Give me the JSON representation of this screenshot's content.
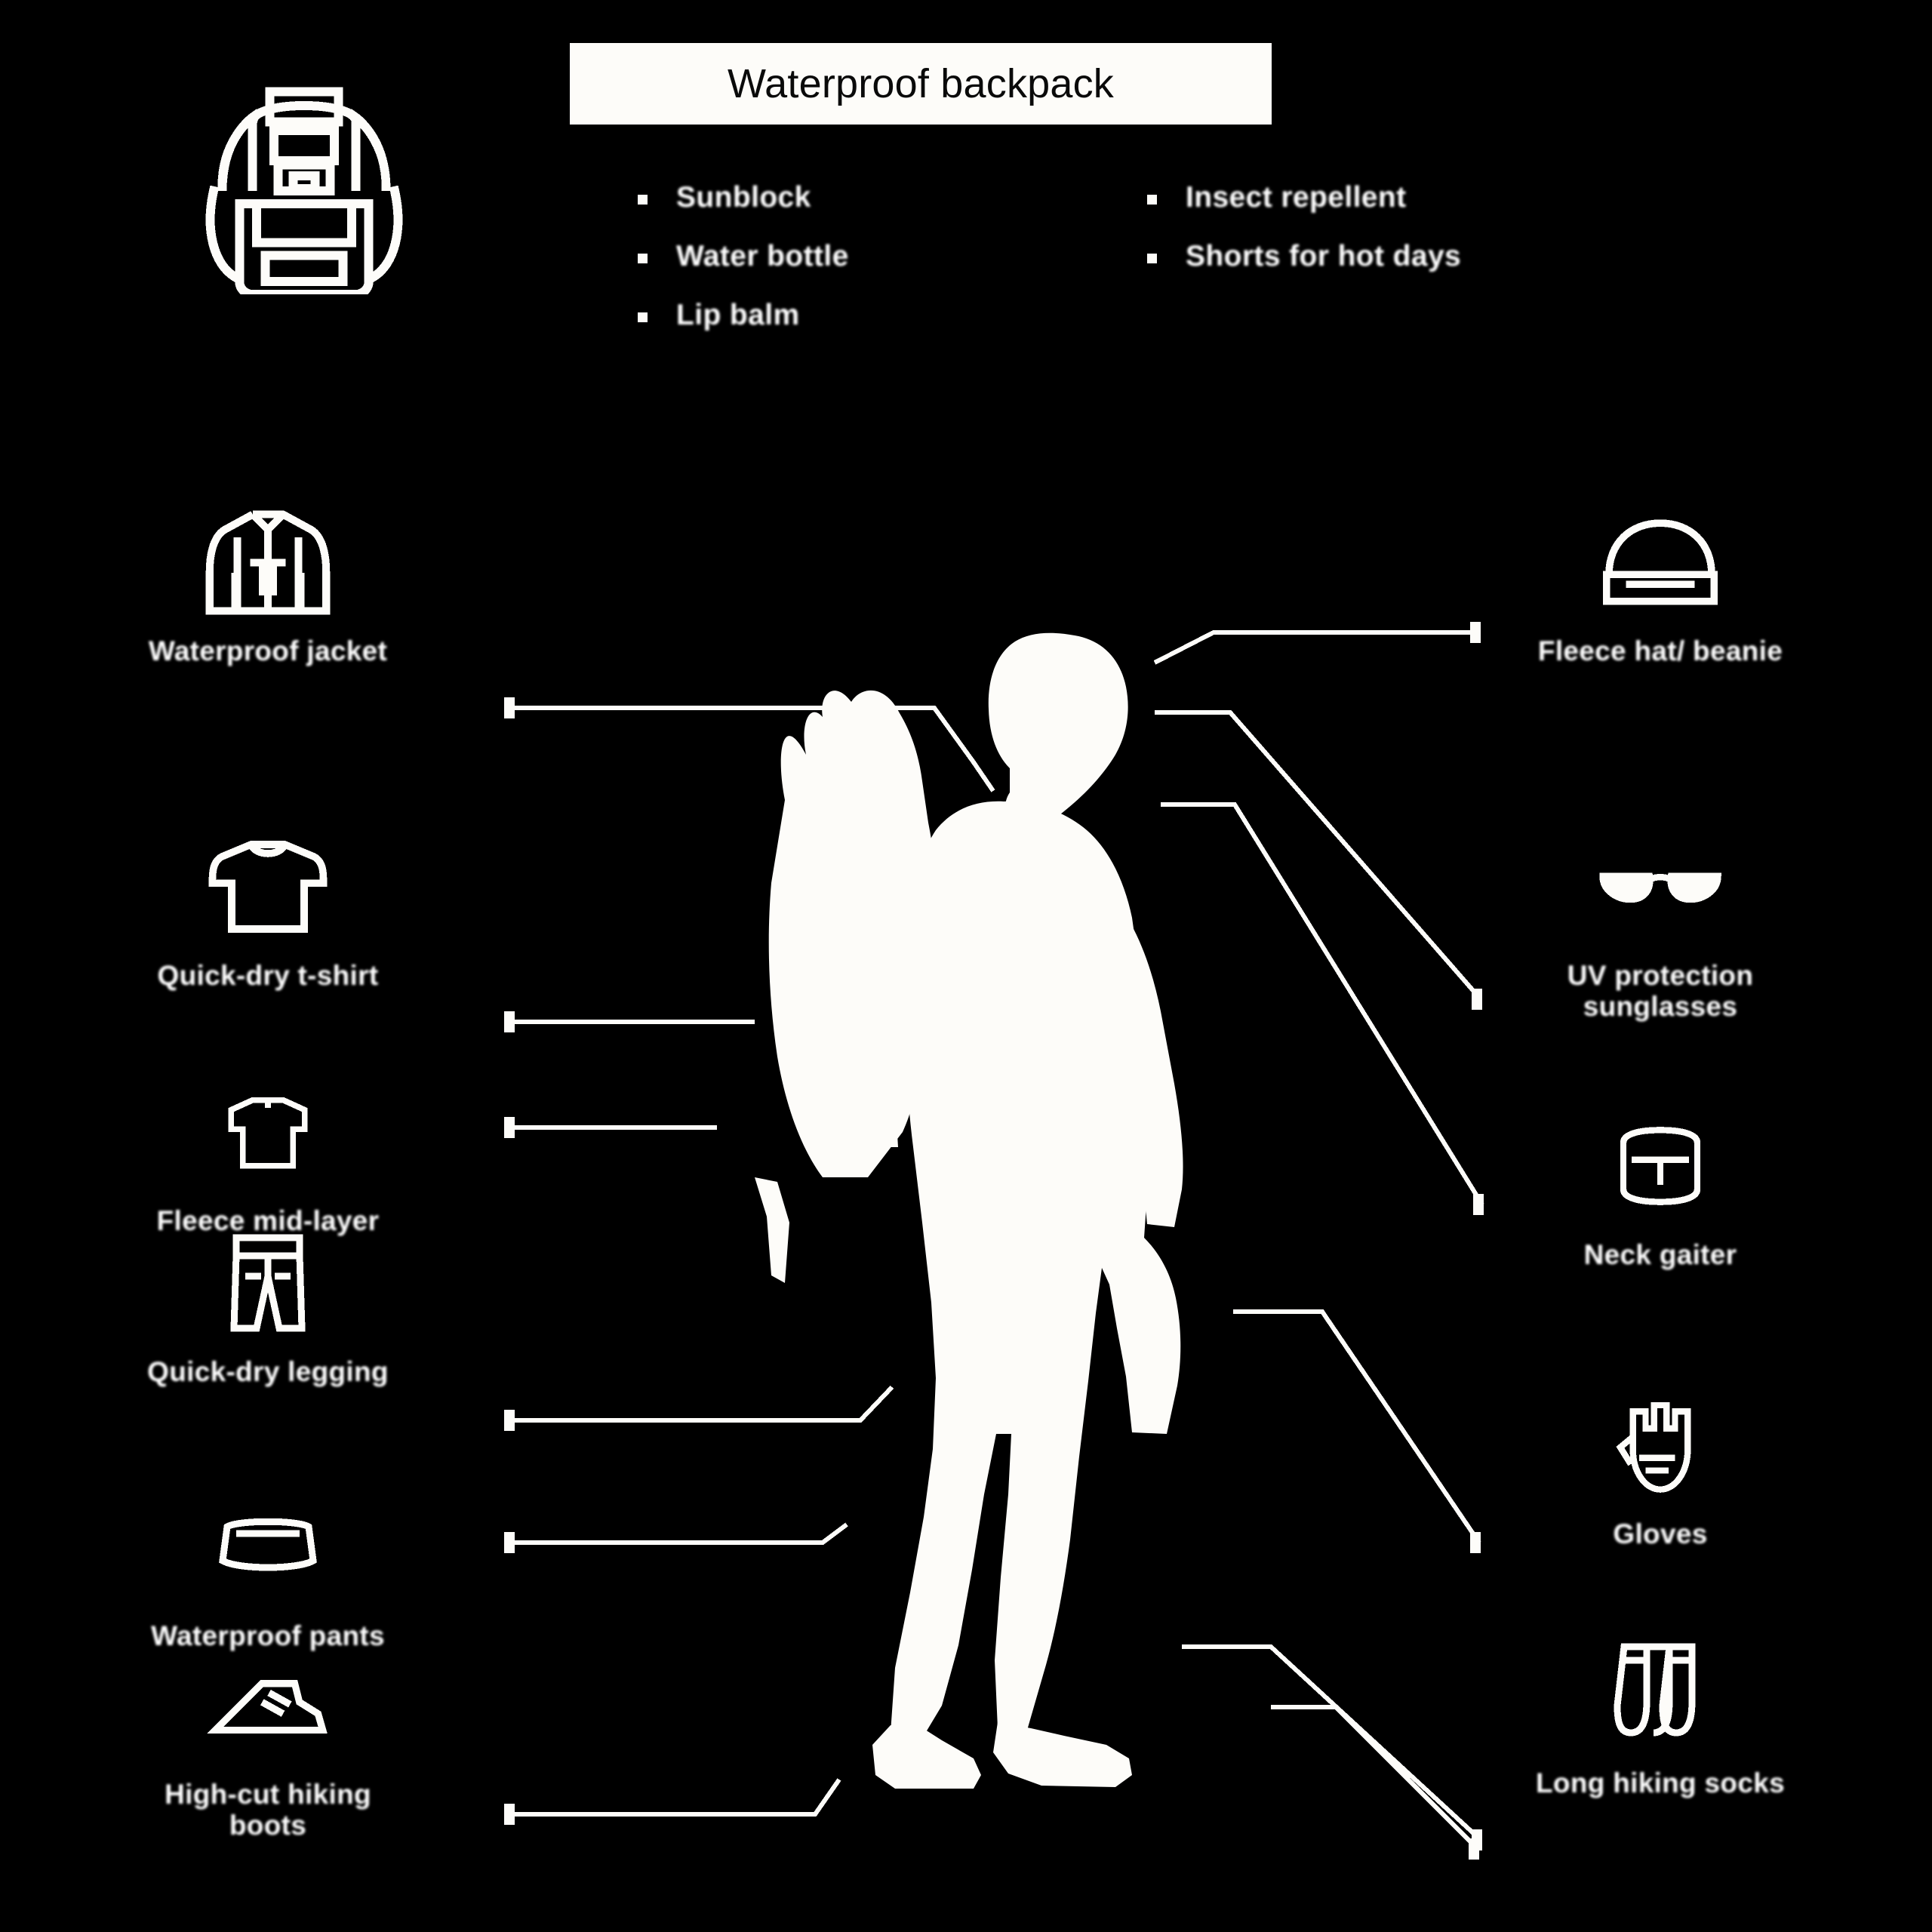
{
  "header": {
    "title": "Waterproof backpack",
    "icon": "backpack-icon"
  },
  "checklist": {
    "left_column": [
      {
        "label": "Sunblock",
        "icon": "bullet-dot"
      },
      {
        "label": "Water bottle",
        "icon": "bullet-dot"
      },
      {
        "label": "Lip balm",
        "icon": "bullet-dot"
      }
    ],
    "right_column": [
      {
        "label": "Insect repellent",
        "icon": "bullet-dot"
      },
      {
        "label": "Shorts for hot days",
        "icon": "bullet-dot"
      }
    ]
  },
  "left_items": [
    {
      "label": "Waterproof jacket",
      "icon": "jacket-icon"
    },
    {
      "label": "Quick-dry t-shirt",
      "icon": "tshirt-icon"
    },
    {
      "label": "Fleece mid-layer",
      "icon": "midlayer-icon"
    },
    {
      "label": "Quick-dry legging",
      "icon": "legging-icon"
    },
    {
      "label": "Waterproof pants",
      "icon": "pants-icon"
    },
    {
      "label": "High-cut hiking boots",
      "icon": "boot-icon"
    }
  ],
  "right_items": [
    {
      "label": "Fleece hat/ beanie",
      "icon": "beanie-icon"
    },
    {
      "label": "UV protection sunglasses",
      "icon": "sunglasses-icon"
    },
    {
      "label": "Neck gaiter",
      "icon": "neck-gaiter-icon"
    },
    {
      "label": "Gloves",
      "icon": "gloves-icon"
    },
    {
      "label": "Long hiking socks",
      "icon": "socks-icon"
    }
  ],
  "colors": {
    "background": "#000000",
    "foreground": "#fdfcf9",
    "title_text": "#0a0a0a"
  },
  "figure": {
    "description": "hiker-silhouette"
  }
}
